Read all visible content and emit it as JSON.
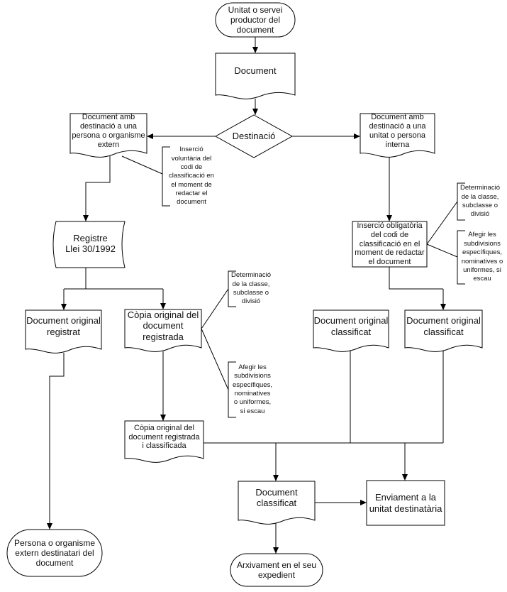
{
  "nodes": {
    "producer": "Unitat o servei\nproductor del\ndocument",
    "document": "Document",
    "destination": "Destinació",
    "doc_external": "Document amb\ndestinació a una\npersona o organisme\nextern",
    "doc_internal": "Document amb\ndestinació a una\nunitat o persona\ninterna",
    "registry": "Registre\nLlei 30/1992",
    "insert_mandatory": "Inserció obligatòria\ndel codi de\nclassificació en el\nmoment de redactar\nel document",
    "orig_registered": "Document original\nregistrat",
    "copy_registered": "Còpia original del\ndocument\nregistrada",
    "orig_classified_1": "Document original\nclassificat",
    "orig_classified_2": "Document original\nclassificat",
    "copy_reg_classified": "Còpia original del\ndocument registrada\ni classificada",
    "doc_classified": "Document\nclassificat",
    "send_unit": "Enviament a la\nunitat destinatària",
    "external_recipient": "Persona o organisme\nextern destinatari del\ndocument",
    "archive": "Arxivament en el seu\nexpedient"
  },
  "notes": {
    "voluntary": "Inserció\nvoluntària del\ncodi de\nclassificació en\nel moment de\nredactar el\ndocument",
    "class_right": "Determinació\nde la classe,\nsubclasse o\ndivisió",
    "subdiv_right": "Afegir les\nsubdivisions\nespecífiques,\nnominatives o\nuniformes, si\nescau",
    "class_mid": "Determinació\nde la classe,\nsubclasse o\ndivisió",
    "subdiv_mid": "Afegir les\nsubdivisions\nespecífiques,\nnominatives\no uniformes,\nsi escau"
  }
}
